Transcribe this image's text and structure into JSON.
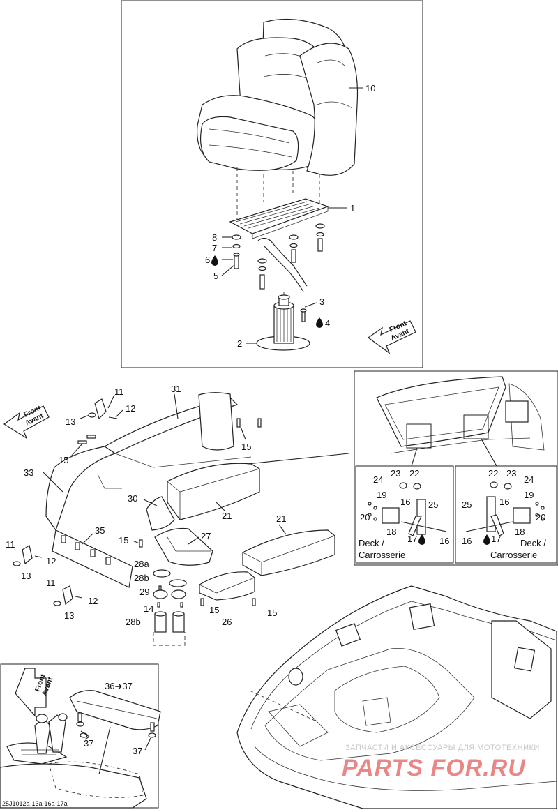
{
  "diagram": {
    "code": "25J1012a-13a-16a-17a",
    "watermark_top": "ЗАПЧАСТИ И АКСЕССУАРЫ ДЛЯ МОТОТЕХНИКИ",
    "watermark_brand": "PARTS FOR.RU",
    "front_line1": "Front",
    "front_line2": "Avant",
    "deck_line1": "Deck /",
    "deck_line2": "Carrosserie",
    "arrow_label": "36➔37",
    "drop_symbol": "drop-icon"
  },
  "labels": {
    "l10": "10",
    "l1": "1",
    "l8": "8",
    "l7": "7",
    "l6": "6",
    "l5": "5",
    "l3": "3",
    "l4": "4",
    "l2": "2",
    "l11a": "11",
    "l12a": "12",
    "l13a": "13",
    "l15a": "15",
    "l31": "31",
    "l15b": "15",
    "l33": "33",
    "l30": "30",
    "l21a": "21",
    "l35": "35",
    "l15c": "15",
    "l27": "27",
    "l21b": "21",
    "l11b": "11",
    "l12b": "12",
    "l13b": "13",
    "l28a": "28a",
    "l28b1": "28b",
    "l29": "29",
    "l14": "14",
    "l28b2": "28b",
    "l11c": "11",
    "l12c": "12",
    "l13c": "13",
    "l15d": "15",
    "l26": "26",
    "l15e": "15",
    "l24a": "24",
    "l23a": "23",
    "l22a": "22",
    "l19a": "19",
    "l16a": "16",
    "l25a": "25",
    "l20a": "20",
    "l18a": "18",
    "l17a": "17",
    "l16b": "16",
    "l22b": "22",
    "l23b": "23",
    "l24b": "24",
    "l25b": "25",
    "l16c": "16",
    "l19b": "19",
    "l18b": "18",
    "l20b": "20",
    "l16d": "16",
    "l17b": "17",
    "l37a": "37",
    "l37b": "37"
  }
}
